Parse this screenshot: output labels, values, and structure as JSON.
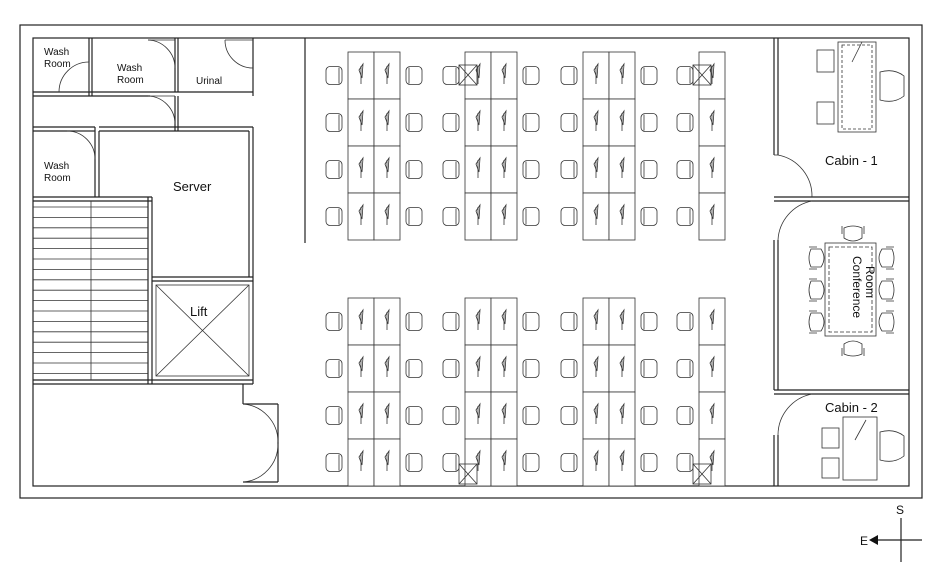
{
  "rooms": {
    "wash_room_1": "Wash\nRoom",
    "wash_room_2": "Wash\nRoom",
    "wash_room_3": "Wash\nRoom",
    "urinal": "Urinal",
    "server": "Server",
    "lift": "Lift",
    "cabin_1": "Cabin - 1",
    "cabin_2": "Cabin - 2",
    "conference_room": "Conference\nRoom"
  },
  "compass": {
    "north_label": "S",
    "east_label": "E"
  },
  "workstations": {
    "cluster_rows": 4,
    "cluster_blocks_per_half": 4,
    "halves": 2
  }
}
